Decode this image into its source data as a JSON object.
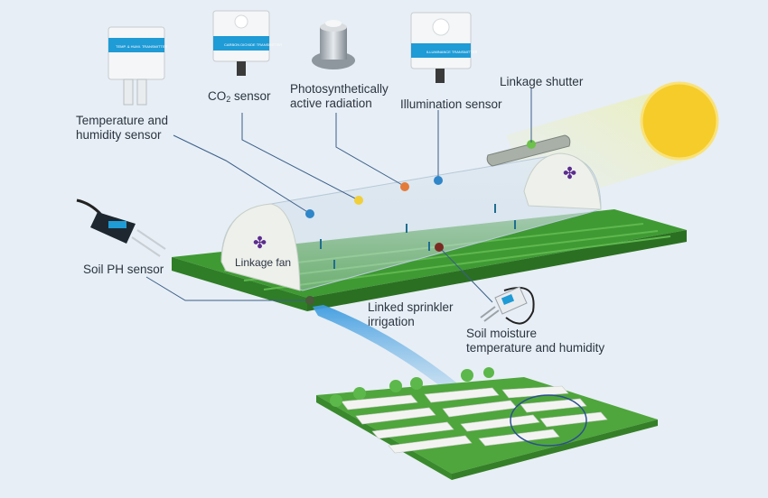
{
  "labels": {
    "temp_humidity_line1": "Temperature and",
    "temp_humidity_line2": "humidity sensor",
    "co2_prefix": "CO",
    "co2_sub": "2",
    "co2_suffix": " sensor",
    "par_line1": "Photosynthetically",
    "par_line2": "active radiation",
    "illumination": "Illumination sensor",
    "linkage_shutter": "Linkage shutter",
    "soil_ph": "Soil PH sensor",
    "linkage_fan": "Linkage fan",
    "sprinkler_line1": "Linked sprinkler",
    "sprinkler_line2": "irrigation",
    "soil_moisture_line1": "Soil moisture",
    "soil_moisture_line2": "temperature and humidity"
  },
  "devices": {
    "temp_hum_box": "TEMP. & HUMI. TRANSMITTER",
    "co2_box": "CARBON DIOXIDE TRANSMITTER",
    "illum_box": "ILLUMINANCE TRANSMITTER"
  },
  "colors": {
    "background": "#e7eef5",
    "grass": "#3f9a33",
    "grass_dark": "#2f7d26",
    "device_blue": "#1f9bd6",
    "dot_blue": "#2f86c8",
    "dot_yellow": "#f0cf3a",
    "dot_orange": "#e47b3b",
    "dot_dark_red": "#7b2a22",
    "sun": "#f5cc2a",
    "leader_line": "#3b5f8a"
  }
}
